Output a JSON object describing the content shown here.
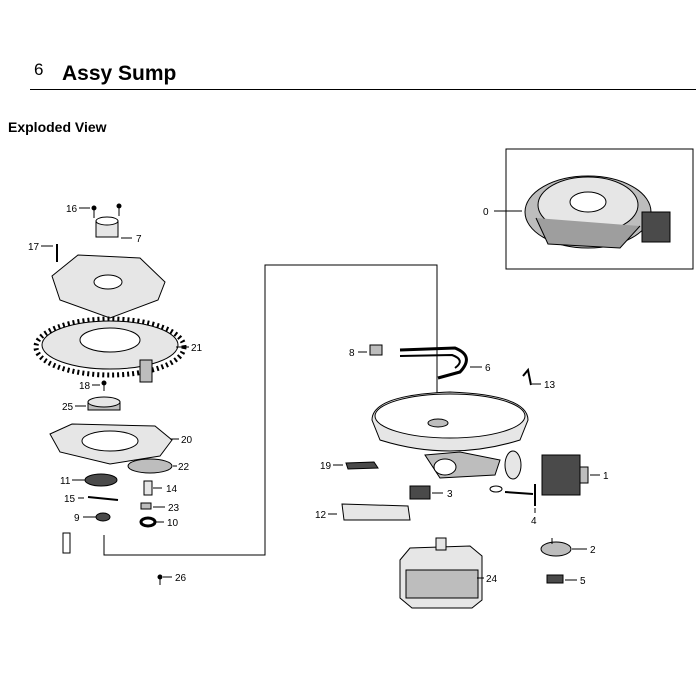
{
  "section": {
    "number": "6",
    "title": "Assy Sump"
  },
  "view_title": "Exploded View",
  "callouts": {
    "c0": "0",
    "c1": "1",
    "c2": "2",
    "c3": "3",
    "c4": "4",
    "c5": "5",
    "c6": "6",
    "c7": "7",
    "c8": "8",
    "c9": "9",
    "c10": "10",
    "c11": "11",
    "c12": "12",
    "c13": "13",
    "c14": "14",
    "c15": "15",
    "c16": "16",
    "c17": "17",
    "c18": "18",
    "c19": "19",
    "c20": "20",
    "c21": "21",
    "c22": "22",
    "c23": "23",
    "c24": "24",
    "c25": "25",
    "c26": "26"
  },
  "colors": {
    "line": "#000000",
    "fill_light": "#e6e6e6",
    "fill_mid": "#bdbdbd",
    "fill_dark": "#4a4a4a",
    "background": "#ffffff"
  }
}
